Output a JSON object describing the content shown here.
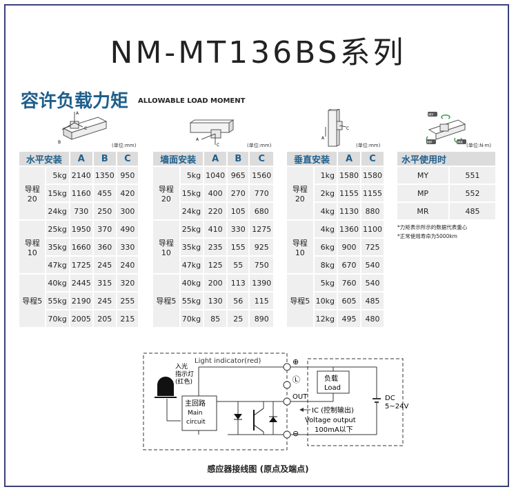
{
  "title": "NM-MT136BS系列",
  "section": {
    "title": "容许负载力矩",
    "subtitle": "ALLOWABLE LOAD MOMENT"
  },
  "unit_mm": "(单位:mm)",
  "unit_nm": "(单位:N·m)",
  "tables": {
    "horizontal": {
      "header": [
        "水平安装",
        "A",
        "B",
        "C"
      ],
      "groups": [
        {
          "name": "导程20",
          "rows": [
            [
              "5kg",
              "2140",
              "1350",
              "950"
            ],
            [
              "15kg",
              "1160",
              "455",
              "420"
            ],
            [
              "24kg",
              "730",
              "250",
              "300"
            ]
          ]
        },
        {
          "name": "导程10",
          "rows": [
            [
              "25kg",
              "1950",
              "370",
              "490"
            ],
            [
              "35kg",
              "1660",
              "360",
              "330"
            ],
            [
              "47kg",
              "1725",
              "245",
              "240"
            ]
          ]
        },
        {
          "name": "导程5",
          "rows": [
            [
              "40kg",
              "2445",
              "315",
              "320"
            ],
            [
              "55kg",
              "2190",
              "245",
              "255"
            ],
            [
              "70kg",
              "2005",
              "205",
              "215"
            ]
          ]
        }
      ]
    },
    "wall": {
      "header": [
        "墙面安装",
        "A",
        "B",
        "C"
      ],
      "groups": [
        {
          "name": "导程20",
          "rows": [
            [
              "5kg",
              "1040",
              "965",
              "1560"
            ],
            [
              "15kg",
              "400",
              "270",
              "770"
            ],
            [
              "24kg",
              "220",
              "105",
              "680"
            ]
          ]
        },
        {
          "name": "导程10",
          "rows": [
            [
              "25kg",
              "410",
              "330",
              "1275"
            ],
            [
              "35kg",
              "235",
              "155",
              "925"
            ],
            [
              "47kg",
              "125",
              "55",
              "750"
            ]
          ]
        },
        {
          "name": "导程5",
          "rows": [
            [
              "40kg",
              "200",
              "113",
              "1390"
            ],
            [
              "55kg",
              "130",
              "56",
              "115"
            ],
            [
              "70kg",
              "85",
              "25",
              "890"
            ]
          ]
        }
      ]
    },
    "vertical": {
      "header": [
        "垂直安装",
        "A",
        "C"
      ],
      "groups": [
        {
          "name": "导程20",
          "rows": [
            [
              "1kg",
              "1580",
              "1580"
            ],
            [
              "2kg",
              "1155",
              "1155"
            ],
            [
              "4kg",
              "1130",
              "880"
            ]
          ]
        },
        {
          "name": "导程10",
          "rows": [
            [
              "4kg",
              "1360",
              "1100"
            ],
            [
              "6kg",
              "900",
              "725"
            ],
            [
              "8kg",
              "670",
              "540"
            ]
          ]
        },
        {
          "name": "导程5",
          "rows": [
            [
              "5kg",
              "760",
              "540"
            ],
            [
              "10kg",
              "605",
              "485"
            ],
            [
              "12kg",
              "495",
              "480"
            ]
          ]
        }
      ]
    },
    "horizontal_use": {
      "header": "水平使用时",
      "rows": [
        [
          "MY",
          "551"
        ],
        [
          "MP",
          "552"
        ],
        [
          "MR",
          "485"
        ]
      ]
    }
  },
  "notes": [
    "*力矩表示所示的数据代表重心",
    "*正常使用寿命为5000km"
  ],
  "diagram_labels": {
    "a": "A",
    "b": "B",
    "c": "C",
    "my": "MY",
    "mp": "MP",
    "mr": "MR"
  },
  "circuit": {
    "light_indicator": "Light indicator(red)",
    "led_label_1": "入光",
    "led_label_2": "指示灯",
    "led_label_3": "(红色)",
    "main_1": "主回路",
    "main_2": "Main",
    "main_3": "circuit",
    "load_1": "负载",
    "load_2": "Load",
    "out": "OUT",
    "ic": "IC (控制输出)",
    "voltage": "Voltage output",
    "current": "100mA以下",
    "dc": "DC",
    "dc_range": "5~24V",
    "plus": "⊕",
    "minus": "⊖",
    "l": "Ⓛ"
  },
  "caption": "感应器接线图 (原点及端点)"
}
